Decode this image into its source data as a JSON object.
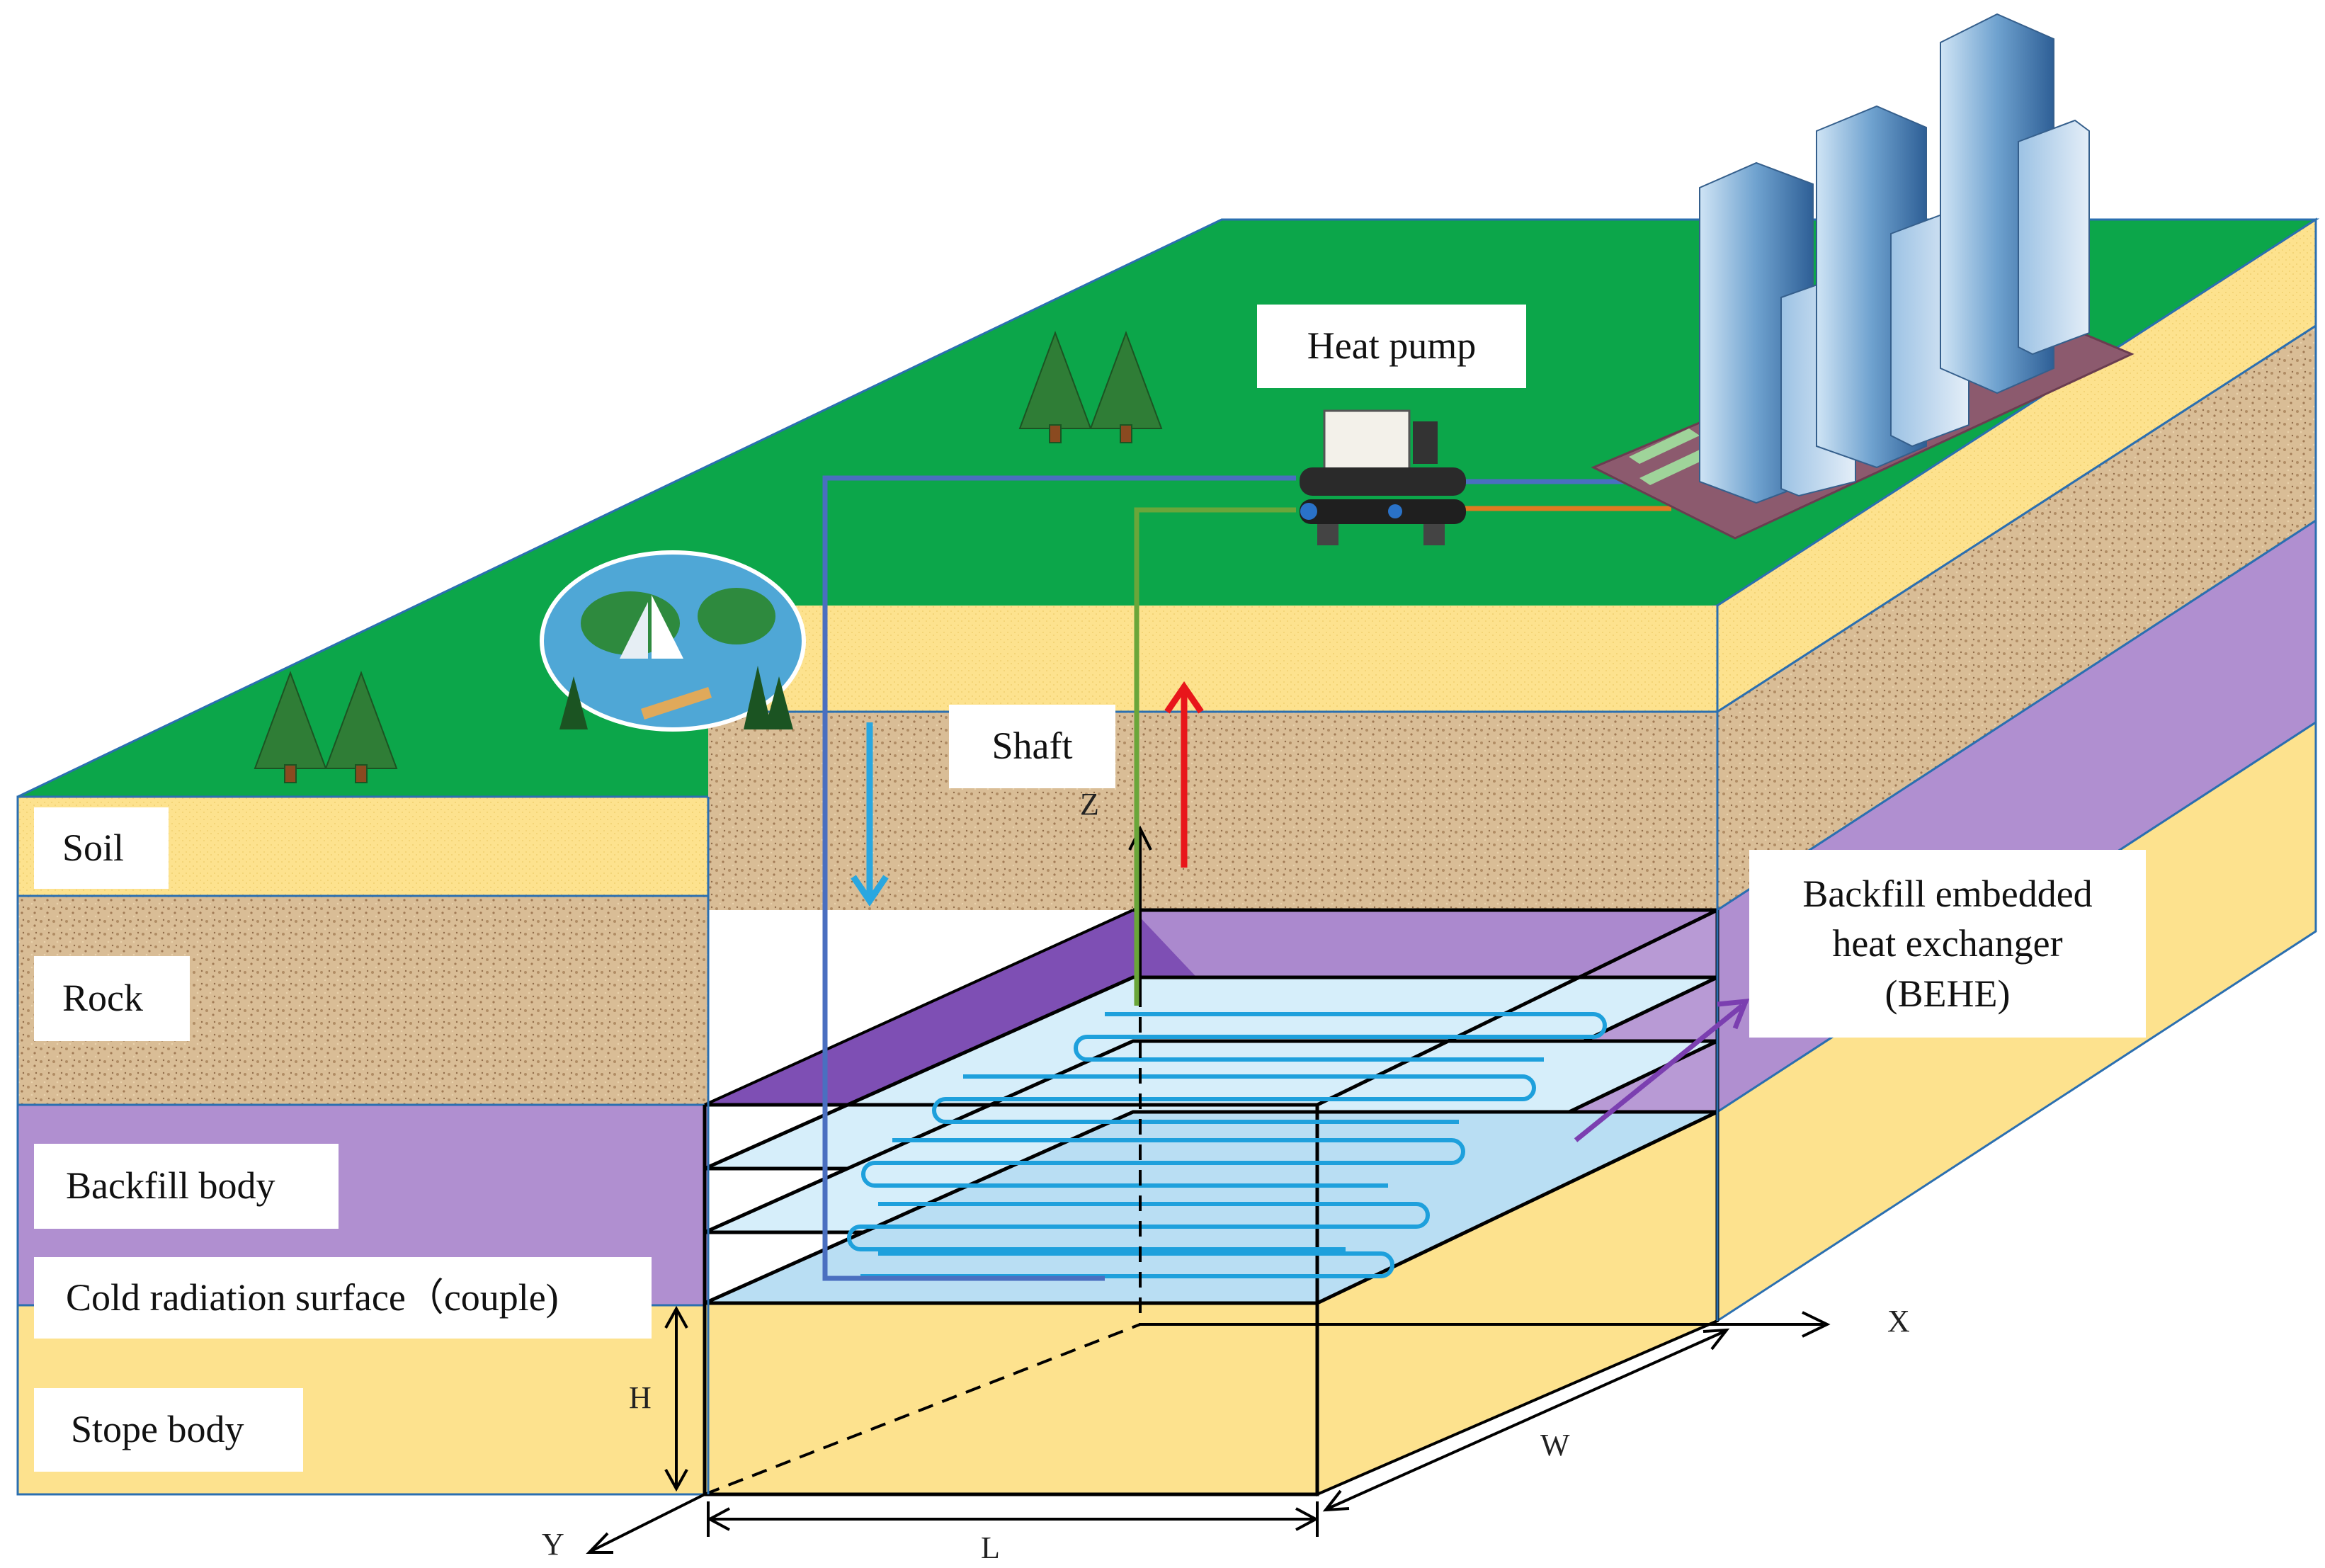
{
  "labels": {
    "heat_pump": "Heat pump",
    "shaft": "Shaft",
    "soil": "Soil",
    "rock": "Rock",
    "backfill_body": "Backfill body",
    "cold_surface": "Cold radiation surface（couple)",
    "stope_body": "Stope body",
    "behe_line1": "Backfill embedded",
    "behe_line2": "heat exchanger",
    "behe_line3": "(BEHE)"
  },
  "axes": {
    "x": "X",
    "y": "Y",
    "z": "Z",
    "h": "H",
    "w": "W",
    "l": "L"
  },
  "colors": {
    "grass": "#0ca64a",
    "soil": "#fde28e",
    "rock": "#d8b892",
    "backfill": "#b08fd0",
    "backfill_dark": "#7e4fb4",
    "stope": "#fde28e",
    "pipe_supply": "#4a6fc0",
    "pipe_return": "#6aa63a",
    "arrow_down": "#29a7e0",
    "arrow_up": "#e8161b",
    "behe_arrow": "#7b3fb0",
    "exchanger": "#d6eefa",
    "coil": "#1ea0dc"
  },
  "icons": [
    "tree-icon",
    "lake-icon",
    "heat-pump-icon",
    "building-icon"
  ]
}
